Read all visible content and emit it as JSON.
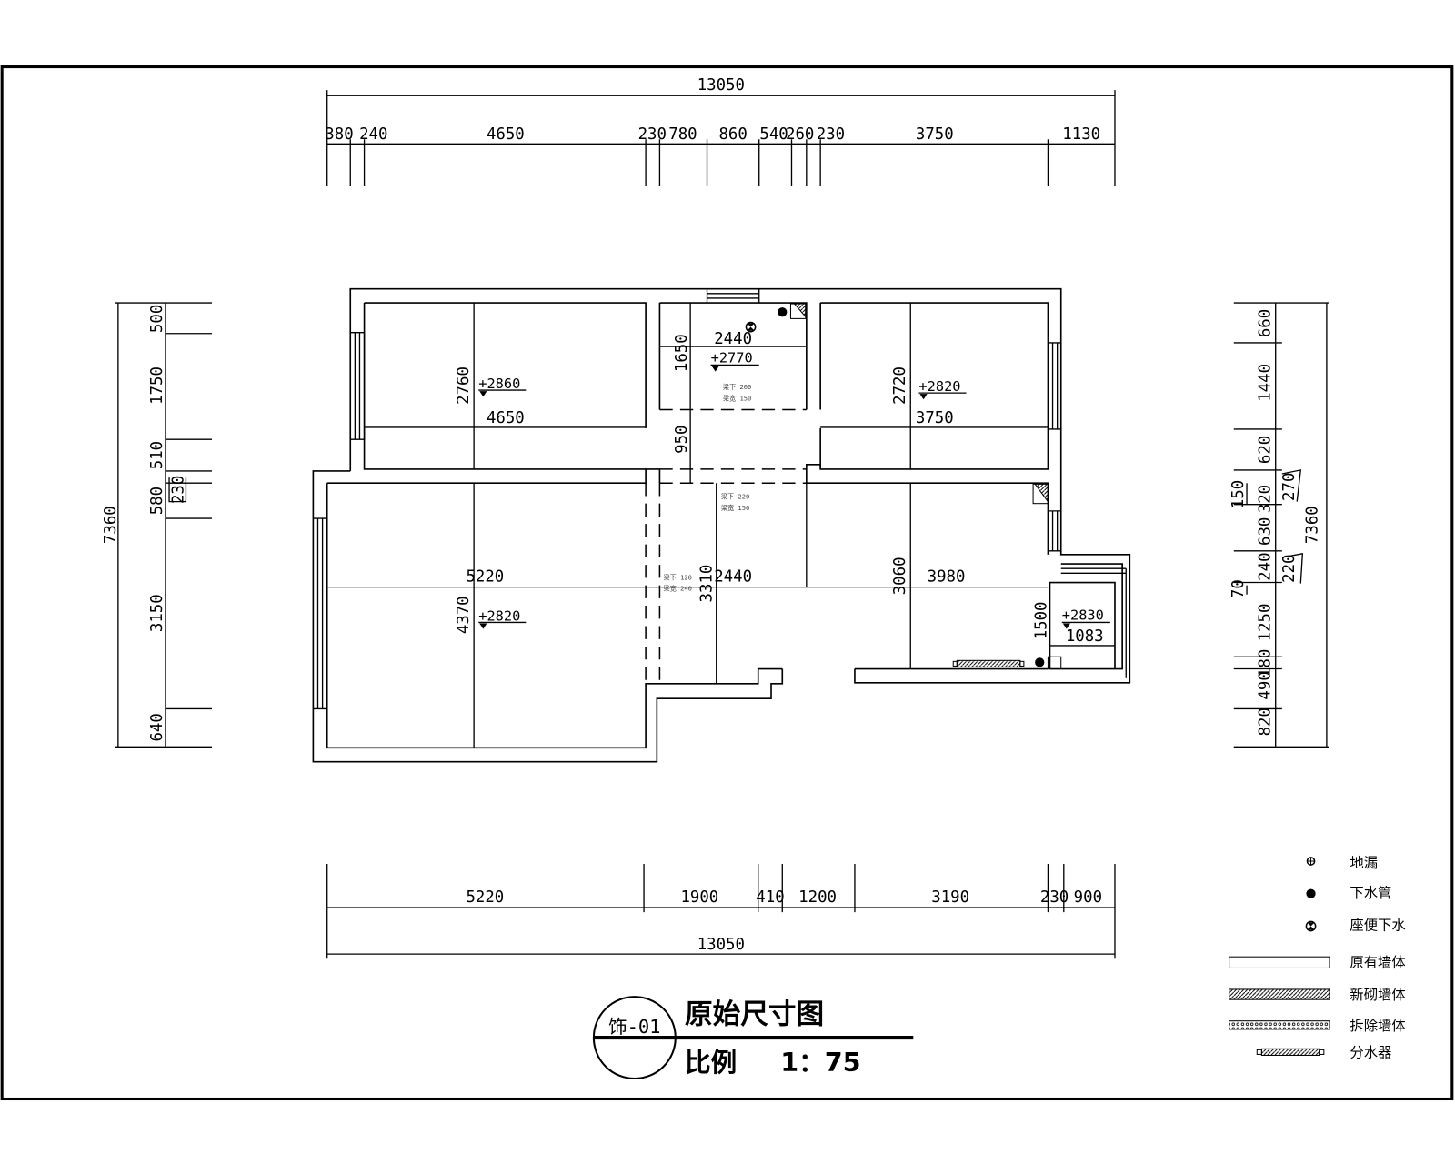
{
  "title": {
    "sheet_no": "饰-01",
    "name": "原始尺寸图",
    "scale_label": "比例",
    "scale_value": "1：75"
  },
  "dims": {
    "top": {
      "total": "13050",
      "segments": [
        "380",
        "240",
        "4650",
        "230",
        "780",
        "860",
        "540",
        "260",
        "230",
        "3750",
        "1130"
      ]
    },
    "bottom": {
      "total": "13050",
      "segments": [
        "5220",
        "1900",
        "410",
        "1200",
        "3190",
        "230",
        "900"
      ]
    },
    "left": {
      "total": "7360",
      "segments": [
        "500",
        "1750",
        "510",
        "580",
        "3150",
        "640"
      ],
      "extra": "230"
    },
    "right": {
      "total": "7360",
      "segments": [
        "660",
        "1440",
        "620",
        "320",
        "630",
        "240",
        "1250",
        "180",
        "490",
        "820"
      ],
      "extra": [
        "150",
        "270",
        "220",
        "70"
      ]
    }
  },
  "rooms": {
    "bedroom_nw": {
      "height": "2760",
      "width": "4650",
      "level": "+2860"
    },
    "bathroom": {
      "width": "2440",
      "height": "1650",
      "level": "+2770",
      "beam1": "梁下 200",
      "beam2": "梁宽 150"
    },
    "corridor": {
      "height": "950"
    },
    "bedroom_ne": {
      "height": "2720",
      "width": "3750",
      "level": "+2820"
    },
    "bedroom_sw": {
      "width": "5220",
      "height": "4370",
      "level": "+2820"
    },
    "dining": {
      "width": "2440",
      "height": "3310",
      "beam1": "梁下 220",
      "beam2": "梁宽 150",
      "beam3": "梁下 120",
      "beam4": "梁宽 240"
    },
    "living": {
      "height": "3060",
      "width": "3980"
    },
    "balcony": {
      "height": "1500",
      "level": "+2830",
      "width": "1083"
    }
  },
  "legend": [
    {
      "icon": "floor-drain",
      "label": "地漏"
    },
    {
      "icon": "drain-pipe",
      "label": "下水管"
    },
    {
      "icon": "toilet-drain",
      "label": "座便下水"
    },
    {
      "icon": "existing-wall",
      "label": "原有墙体"
    },
    {
      "icon": "new-wall",
      "label": "新砌墙体"
    },
    {
      "icon": "demolished-wall",
      "label": "拆除墙体"
    },
    {
      "icon": "water-manifold",
      "label": "分水器"
    }
  ]
}
